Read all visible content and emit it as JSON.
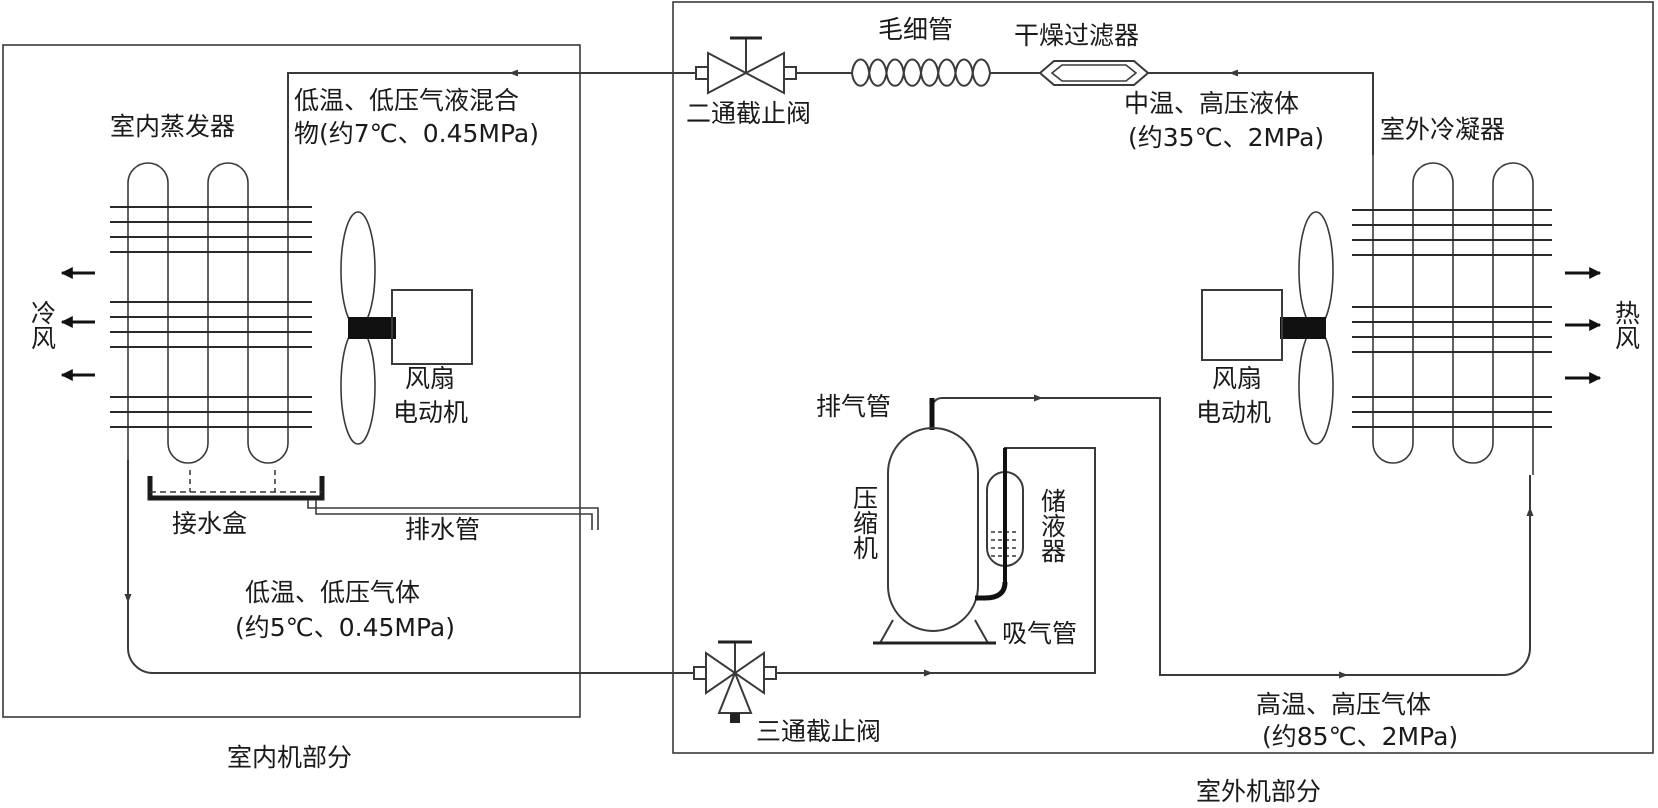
{
  "indoor_unit": {
    "section_label": "室内机部分",
    "evaporator_label": "室内蒸发器",
    "fan_motor_line1": "风扇",
    "fan_motor_line2": "电动机",
    "drip_tray_label": "接水盒",
    "drain_pipe_label": "排水管",
    "cold_air_label": "冷风",
    "inlet_state_line1": "低温、低压气液混合",
    "inlet_state_line2": "物(约7℃、0.45MPa)",
    "outlet_state_line1": "低温、低压气体",
    "outlet_state_line2": "(约5℃、0.45MPa)"
  },
  "outdoor_unit": {
    "section_label": "室外机部分",
    "condenser_label": "室外冷凝器",
    "fan_motor_line1": "风扇",
    "fan_motor_line2": "电动机",
    "hot_air_label": "热风",
    "capillary_label": "毛细管",
    "filter_drier_label": "干燥过滤器",
    "two_way_valve_label": "二通截止阀",
    "three_way_valve_label": "三通截止阀",
    "liquid_state_line1": "中温、高压液体",
    "liquid_state_line2": "(约35℃、2MPa)",
    "gas_state_line1": "高温、高压气体",
    "gas_state_line2": "(约85℃、2MPa)",
    "discharge_pipe_label": "排气管",
    "suction_pipe_label": "吸气管",
    "compressor_label": "压缩机",
    "accumulator_label": "储液器"
  }
}
